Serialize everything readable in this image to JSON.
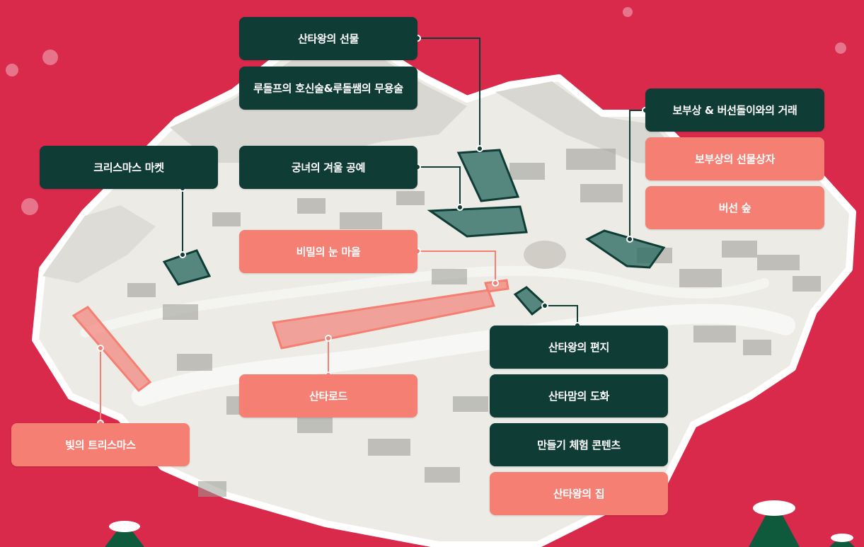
{
  "colors": {
    "background": "#d92a4c",
    "dark_label": "#0f3d36",
    "coral_label": "#f47f72",
    "zone_fill_dark": "#2f6e65",
    "zone_fill_coral": "#f28a80",
    "map_paper": "#ecebe6"
  },
  "labels": {
    "santa_king_gift": "산타왕의 선물",
    "rudolph": "루돌프의 호신술&루돌쌤의 무용술",
    "palace_craft": "궁녀의 겨울 공예",
    "christmas_market": "크리스마스 마켓",
    "secret_snow_village": "비밀의 눈 마을",
    "peddler_trade": "보부상 & 버선돌이와의 거래",
    "peddler_gift_box": "보부상의 선물상자",
    "beoseon_forest": "버선 숲",
    "santa_letter": "산타왕의 편지",
    "santa_mom_painting": "산타맘의 도화",
    "making_content": "만들기 체험 콘텐츠",
    "santa_king_house": "산타왕의 집",
    "santa_road": "산타로드",
    "light_christmas": "빛의 트리스마스"
  }
}
